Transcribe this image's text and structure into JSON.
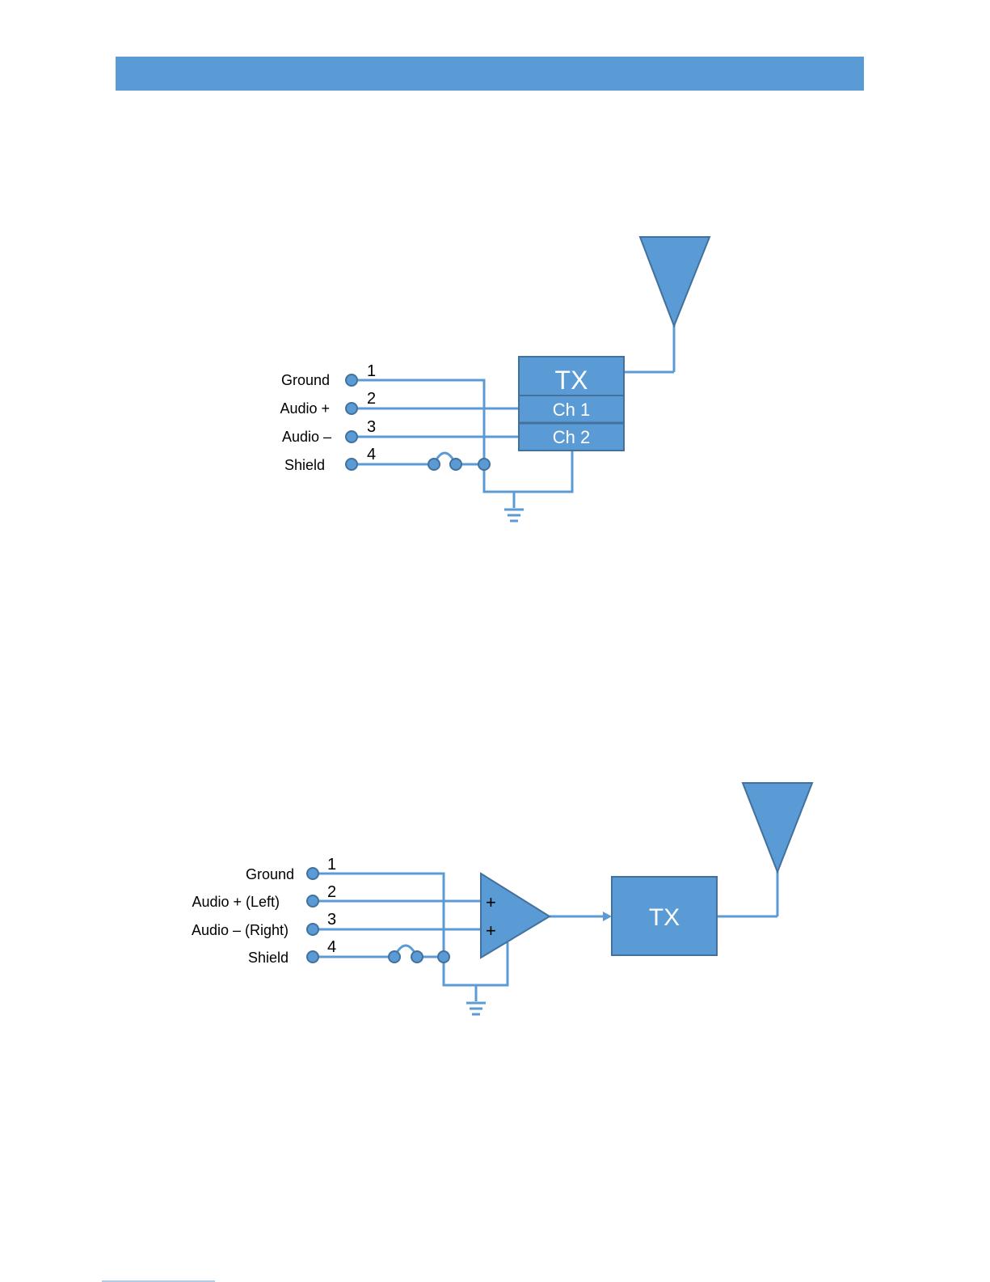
{
  "colors": {
    "accent": "#5b9bd5",
    "stroke": "#41719c",
    "text": "#000000"
  },
  "diagram1": {
    "pins": [
      {
        "label": "Ground",
        "num": "1"
      },
      {
        "label": "Audio +",
        "num": "2"
      },
      {
        "label": "Audio –",
        "num": "3"
      },
      {
        "label": "Shield",
        "num": "4"
      }
    ],
    "tx": {
      "title": "TX",
      "ch1": "Ch 1",
      "ch2": "Ch 2"
    }
  },
  "diagram2": {
    "pins": [
      {
        "label": "Ground",
        "num": "1"
      },
      {
        "label": "Audio + (Left)",
        "num": "2"
      },
      {
        "label": "Audio – (Right)",
        "num": "3"
      },
      {
        "label": "Shield",
        "num": "4"
      }
    ],
    "amp": {
      "in1": "+",
      "in2": "+"
    },
    "tx": {
      "title": "TX"
    }
  }
}
